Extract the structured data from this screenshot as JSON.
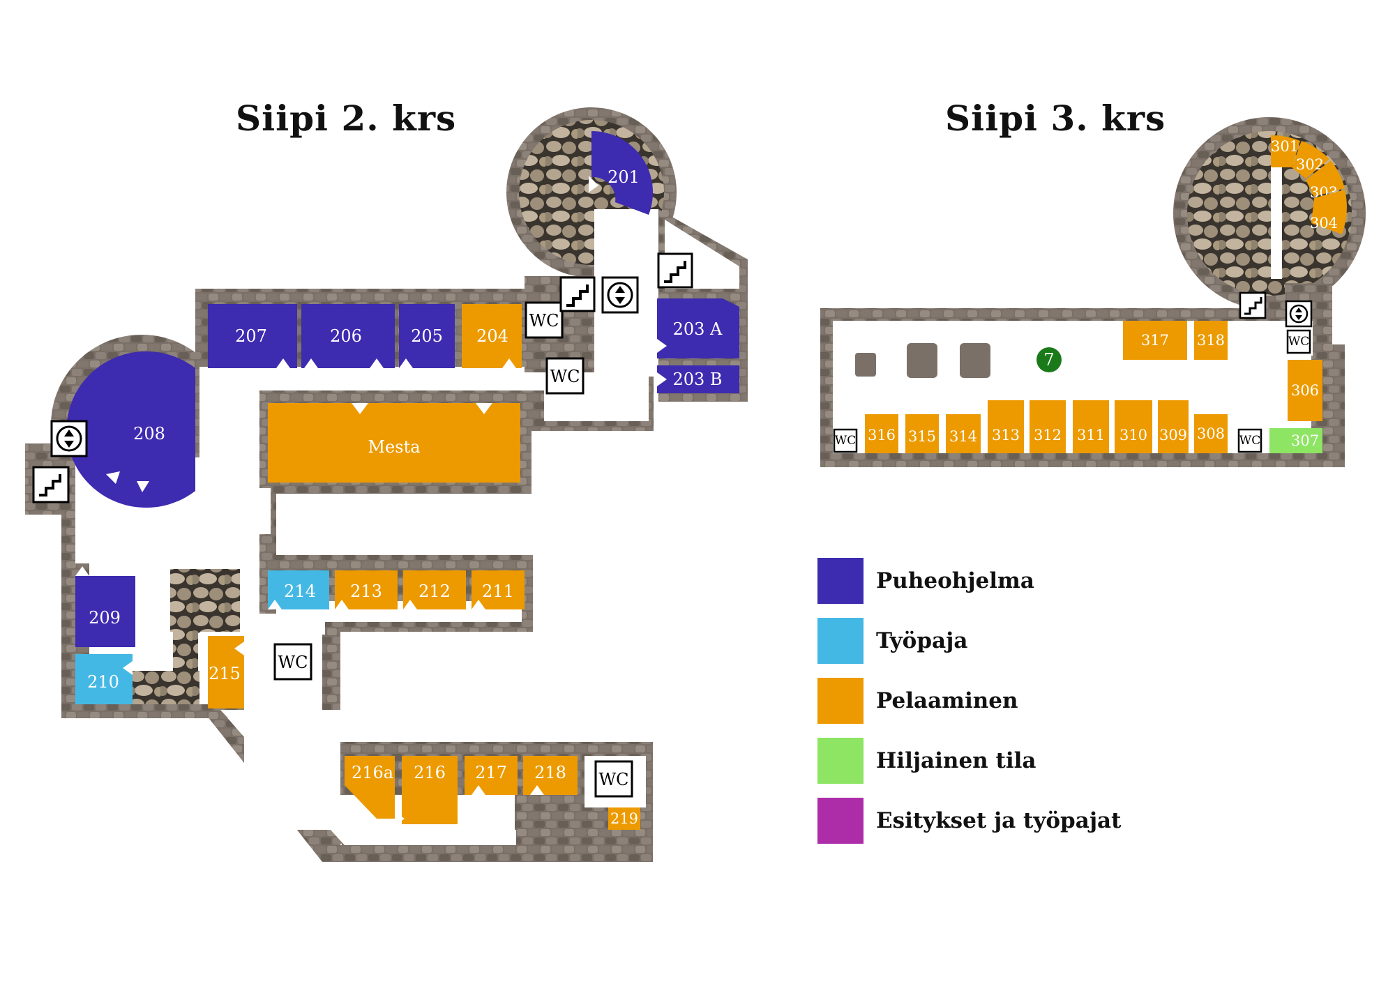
{
  "floors": [
    {
      "title": "Siipi 2. krs"
    },
    {
      "title": "Siipi 3. krs"
    }
  ],
  "colors": {
    "puheohjelma": "#3d2bb0",
    "tyopaja": "#44b8e5",
    "pelaaminen": "#ec9a00",
    "hiljainen": "#8ee463",
    "esitykset": "#ad2da9",
    "wall": "#6e655c",
    "rock": "#a89a86"
  },
  "rooms2": {
    "r201": "201",
    "r203a": "203 A",
    "r203b": "203 B",
    "r204": "204",
    "r205": "205",
    "r206": "206",
    "r207": "207",
    "r208": "208",
    "r209": "209",
    "r210": "210",
    "mesta": "Mesta",
    "r211": "211",
    "r212": "212",
    "r213": "213",
    "r214": "214",
    "r215": "215",
    "r216a": "216a",
    "r216": "216",
    "r217": "217",
    "r218": "218",
    "r219": "219"
  },
  "rooms3": {
    "r301": "301",
    "r302": "302",
    "r303": "303",
    "r304": "304",
    "r306": "306",
    "r307": "307",
    "r308": "308",
    "r309": "309",
    "r310": "310",
    "r311": "311",
    "r312": "312",
    "r313": "313",
    "r314": "314",
    "r315": "315",
    "r316": "316",
    "r317": "317",
    "r318": "318"
  },
  "wc_label": "WC",
  "marker_number": "7",
  "icons": [
    "stairs-icon",
    "elevator-icon"
  ],
  "legend": [
    {
      "label": "Puheohjelma",
      "color": "#3d2bb0"
    },
    {
      "label": "Työpaja",
      "color": "#44b8e5"
    },
    {
      "label": "Pelaaminen",
      "color": "#ec9a00"
    },
    {
      "label": "Hiljainen tila",
      "color": "#8ee463"
    },
    {
      "label": "Esitykset ja työpajat",
      "color": "#ad2da9"
    }
  ]
}
